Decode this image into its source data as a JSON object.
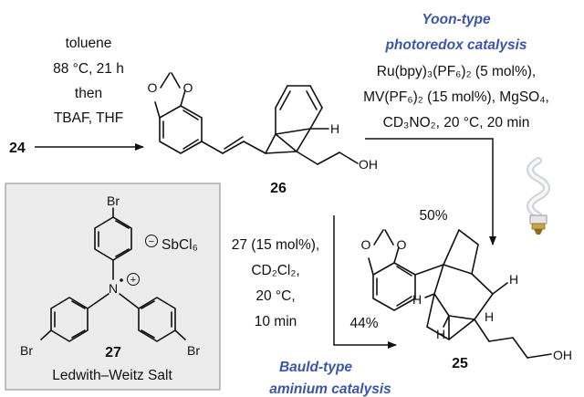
{
  "start_compound": "24",
  "step1": {
    "conditions": [
      "toluene",
      "88 °C, 21 h",
      "then",
      "TBAF, THF"
    ]
  },
  "intermediate": {
    "label": "26",
    "atom_H": "H",
    "atom_OH": "OH",
    "atom_O1": "O",
    "atom_O2": "O"
  },
  "yoon": {
    "title_line1": "Yoon-type",
    "title_line2": "photoredox catalysis",
    "conditions": [
      "Ru(bpy)₃(PF₆)₂ (5 mol%),",
      "MV(PF₆)₂ (15 mol%), MgSO₄,",
      "CD₃NO₂, 20 °C, 20 min"
    ],
    "yield": "50%",
    "icon": "light-bulb-icon"
  },
  "bauld": {
    "title_line1": "Bauld-type",
    "title_line2": "aminium catalysis",
    "conditions": [
      "27 (15 mol%),",
      "CD₂Cl₂,",
      "20 °C,",
      "10 min"
    ],
    "yield": "44%"
  },
  "catalyst_box": {
    "label": "27",
    "name": "Ledwith–Weitz Salt",
    "counterion": "SbCl₆",
    "charge_minus": "−",
    "charge_plus": "+",
    "atom_N": "N",
    "atom_Br": "Br",
    "background": "#ececec"
  },
  "product": {
    "label": "25",
    "atom_H": "H",
    "atom_OH": "OH",
    "atom_O1": "O",
    "atom_O2": "O"
  }
}
